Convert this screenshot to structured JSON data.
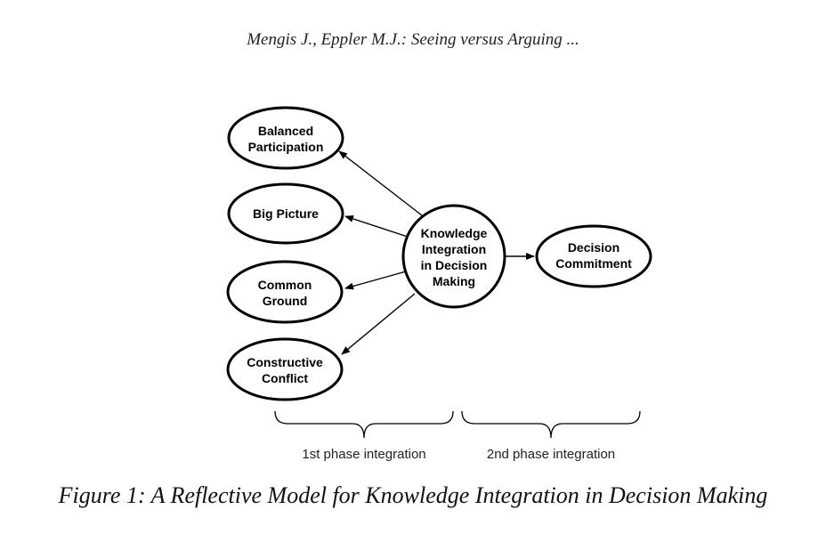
{
  "header": {
    "text": "Mengis J., Eppler M.J.: Seeing versus Arguing ..."
  },
  "diagram": {
    "nodes": {
      "balanced": {
        "lines": [
          "Balanced",
          "Participation"
        ]
      },
      "big_picture": {
        "lines": [
          "Big Picture"
        ]
      },
      "common_ground": {
        "lines": [
          "Common",
          "Ground"
        ]
      },
      "constructive": {
        "lines": [
          "Constructive",
          "Conflict"
        ]
      },
      "knowledge": {
        "lines": [
          "Knowledge",
          "Integration",
          "in Decision",
          "Making"
        ]
      },
      "decision": {
        "lines": [
          "Decision",
          "Commitment"
        ]
      }
    },
    "edges": [
      {
        "from": "knowledge",
        "to": "balanced"
      },
      {
        "from": "knowledge",
        "to": "big_picture"
      },
      {
        "from": "knowledge",
        "to": "common_ground"
      },
      {
        "from": "knowledge",
        "to": "constructive"
      },
      {
        "from": "knowledge",
        "to": "decision"
      }
    ],
    "phases": {
      "first": "1st phase integration",
      "second": "2nd phase integration"
    }
  },
  "caption": {
    "text": "Figure 1: A Reflective Model for Knowledge Integration in Decision Making"
  }
}
